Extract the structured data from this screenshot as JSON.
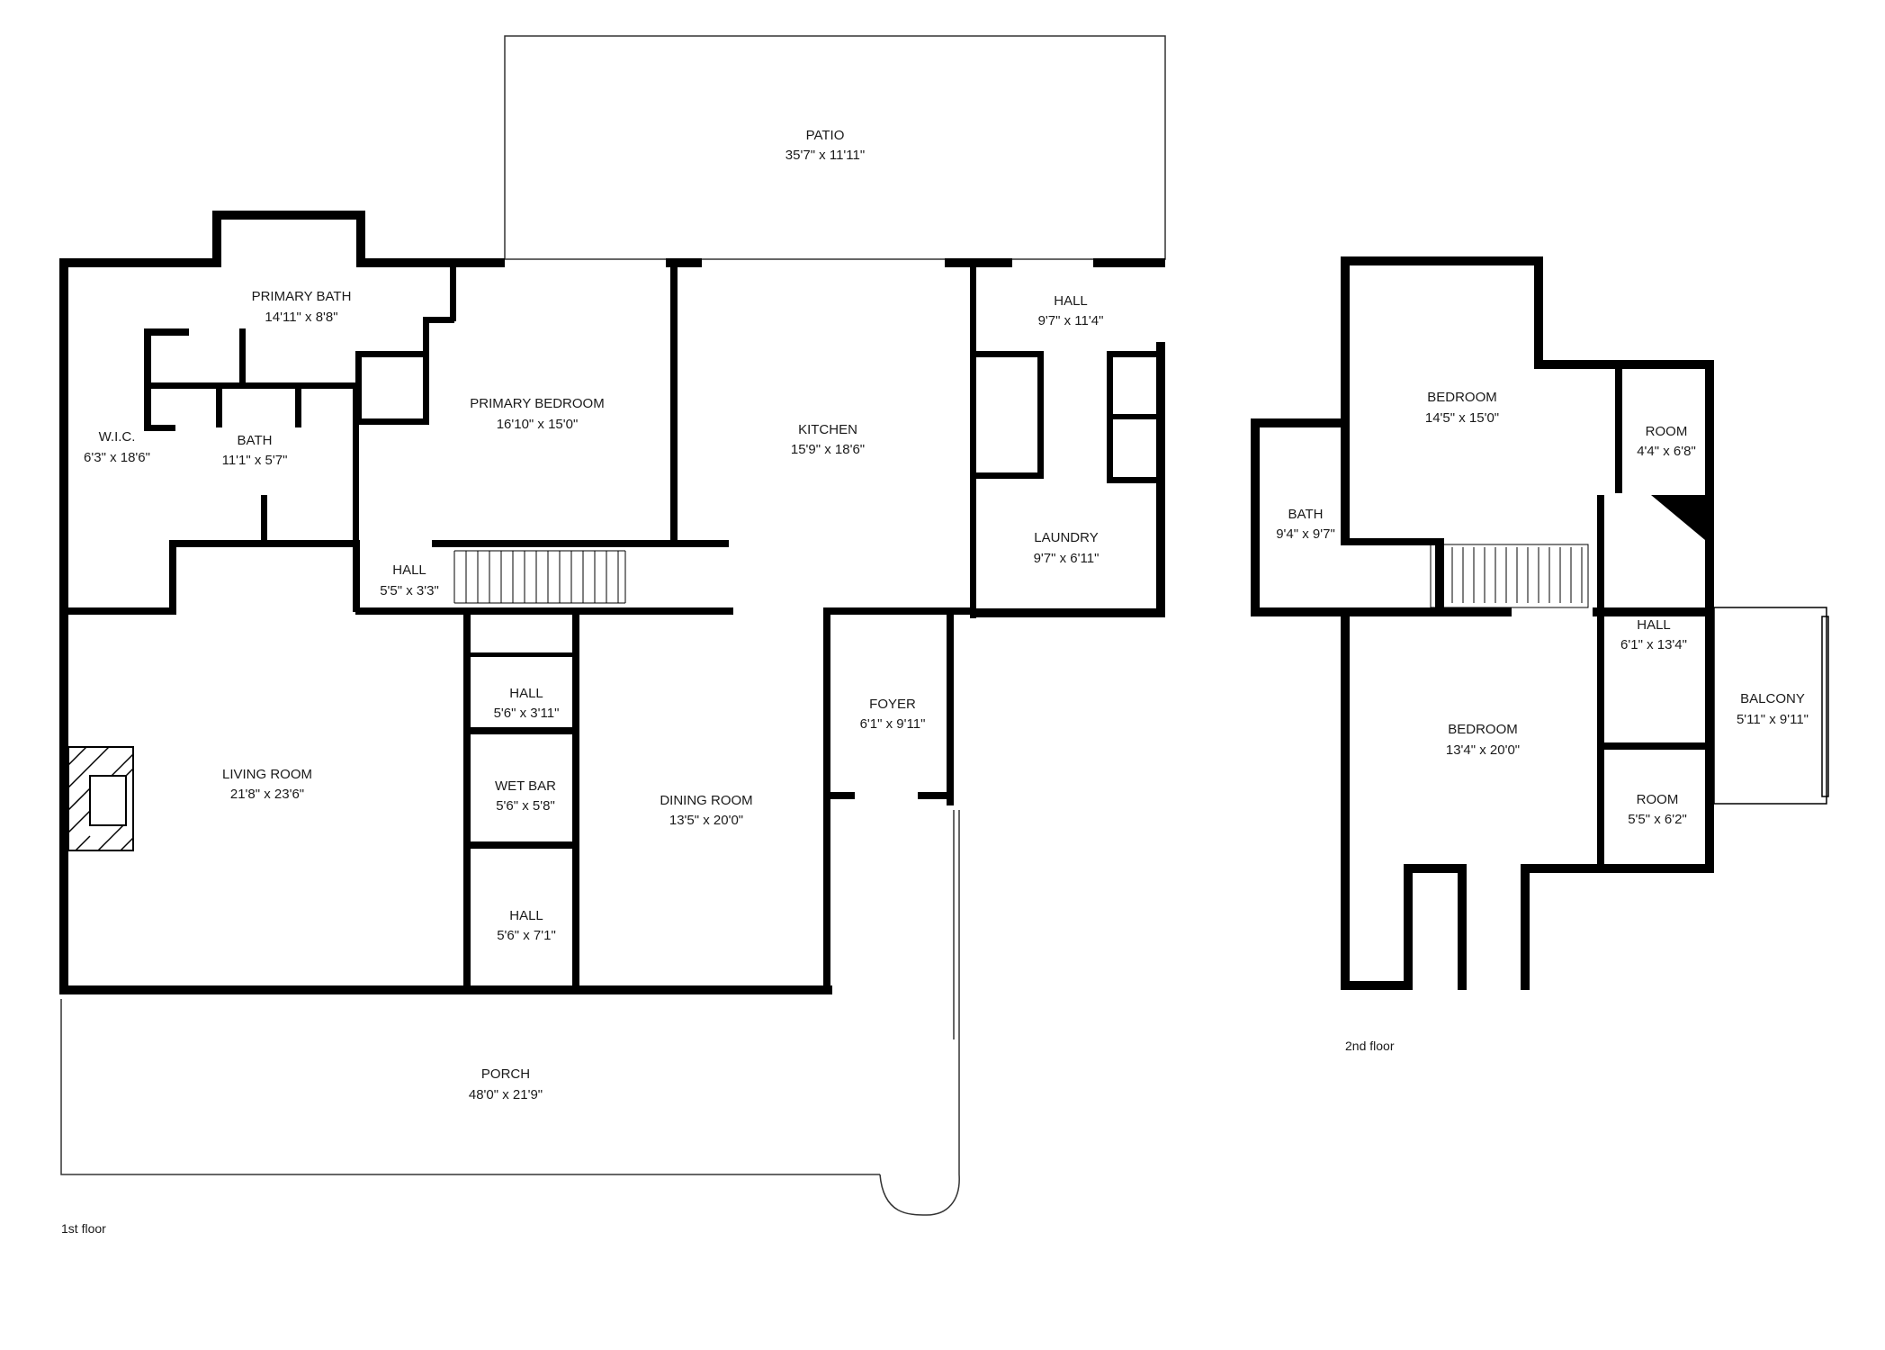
{
  "colors": {
    "wall": "#000000",
    "background": "#ffffff",
    "outline": "#333333",
    "window": "#ffffff"
  },
  "floors": {
    "first": {
      "label": "1st floor"
    },
    "second": {
      "label": "2nd floor"
    }
  },
  "rooms": {
    "patio": {
      "name": "PATIO",
      "dims": "35'7\" x 11'11\""
    },
    "primary_bath": {
      "name": "PRIMARY BATH",
      "dims": "14'11\" x 8'8\""
    },
    "wic": {
      "name": "W.I.C.",
      "dims": "6'3\" x 18'6\""
    },
    "bath_1": {
      "name": "BATH",
      "dims": "11'1\" x 5'7\""
    },
    "primary_bedroom": {
      "name": "PRIMARY BEDROOM",
      "dims": "16'10\" x 15'0\""
    },
    "kitchen": {
      "name": "KITCHEN",
      "dims": "15'9\" x 18'6\""
    },
    "hall_kitchen": {
      "name": "HALL",
      "dims": "9'7\" x 11'4\""
    },
    "laundry": {
      "name": "LAUNDRY",
      "dims": "9'7\" x 6'11\""
    },
    "hall_stair": {
      "name": "HALL",
      "dims": "5'5\" x 3'3\""
    },
    "living_room": {
      "name": "LIVING ROOM",
      "dims": "21'8\" x 23'6\""
    },
    "hall_upper": {
      "name": "HALL",
      "dims": "5'6\" x 3'11\""
    },
    "wet_bar": {
      "name": "WET BAR",
      "dims": "5'6\" x 5'8\""
    },
    "hall_lower": {
      "name": "HALL",
      "dims": "5'6\" x 7'1\""
    },
    "dining_room": {
      "name": "DINING ROOM",
      "dims": "13'5\" x 20'0\""
    },
    "foyer": {
      "name": "FOYER",
      "dims": "6'1\" x 9'11\""
    },
    "porch": {
      "name": "PORCH",
      "dims": "48'0\" x 21'9\""
    },
    "bedroom_a": {
      "name": "BEDROOM",
      "dims": "14'5\" x 15'0\""
    },
    "room_a": {
      "name": "ROOM",
      "dims": "4'4\" x 6'8\""
    },
    "bath_2": {
      "name": "BATH",
      "dims": "9'4\" x 9'7\""
    },
    "hall_2": {
      "name": "HALL",
      "dims": "6'1\" x 13'4\""
    },
    "balcony": {
      "name": "BALCONY",
      "dims": "5'11\" x 9'11\""
    },
    "bedroom_b": {
      "name": "BEDROOM",
      "dims": "13'4\" x 20'0\""
    },
    "room_b": {
      "name": "ROOM",
      "dims": "5'5\" x 6'2\""
    }
  }
}
